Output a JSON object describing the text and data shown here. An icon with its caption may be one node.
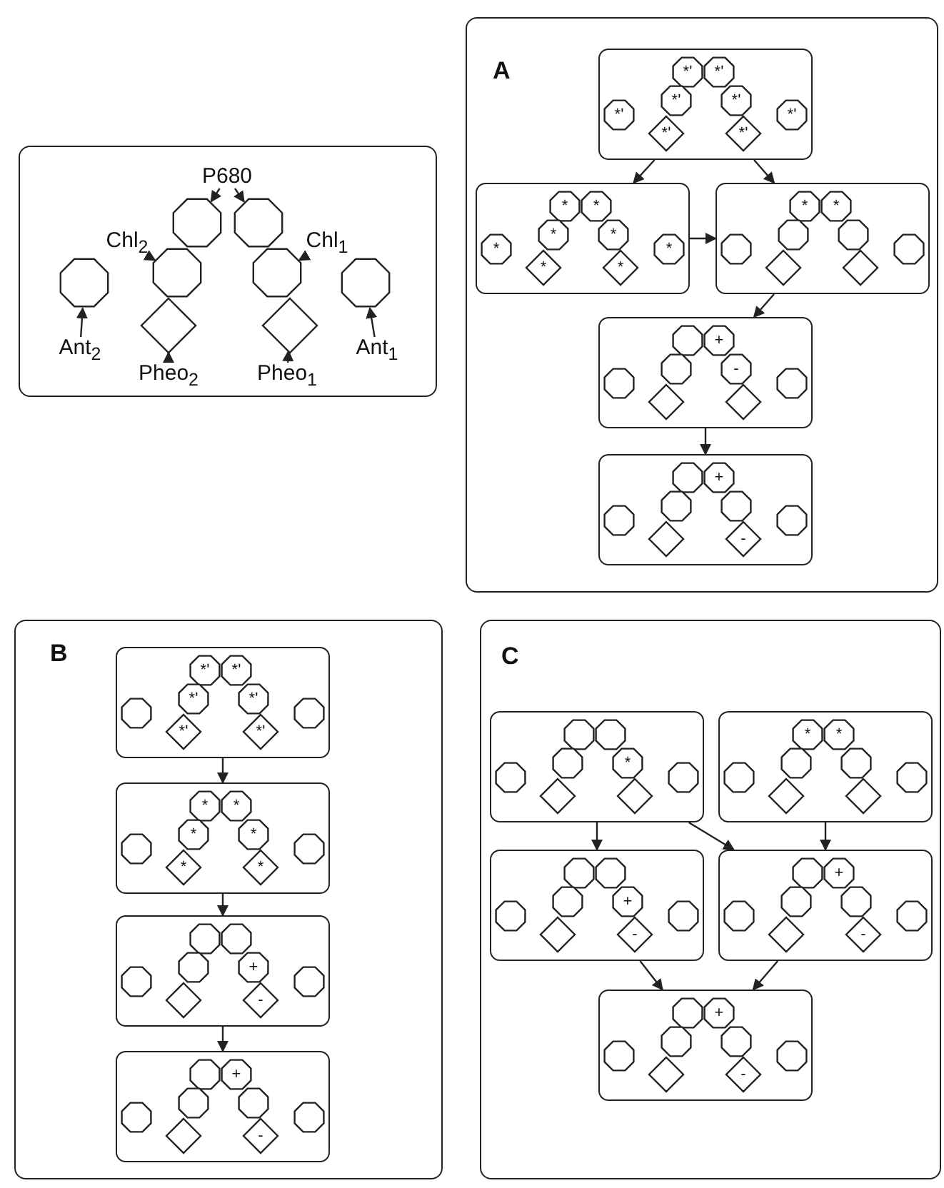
{
  "diagram": {
    "nodes": [
      {
        "text": [],
        "shape": "box"
      },
      {
        "text": [],
        "shape": "octagon",
        "in": 0
      },
      {
        "text": [],
        "shape": "octagon",
        "in": 0
      },
      {
        "text": [],
        "shape": "octagon",
        "in": 0
      },
      {
        "text": [],
        "shape": "octagon",
        "in": 0
      },
      {
        "text": [],
        "shape": "octagon",
        "in": 0
      },
      {
        "text": [],
        "shape": "diamond",
        "in": 0
      },
      {
        "text": [],
        "shape": "diamond",
        "in": 0
      },
      {
        "text": [],
        "shape": "octagon",
        "in": 0
      },
      {
        "text": [
          "P680"
        ],
        "in": 0
      },
      {
        "text": [
          "Chl$_{2}$"
        ],
        "in": 0
      },
      {
        "text": [
          "Chl$_{1}$"
        ],
        "in": 0
      },
      {
        "text": [
          "Ant$_{2}$"
        ],
        "in": 0
      },
      {
        "text": [
          "Pheo$_{2}$"
        ],
        "in": 0
      },
      {
        "text": [
          "Pheo$_{1}$"
        ],
        "in": 0
      },
      {
        "text": [
          "Ant$_{1}$"
        ],
        "in": 0
      },
      {
        "text": [
          "A"
        ]
      },
      {
        "text": [
          "*'",
          "*'",
          "*'",
          "*'",
          "*'",
          "*'",
          "*'",
          "*'"
        ],
        "in": 16
      },
      {
        "text": [
          "*",
          "*",
          "*",
          "*",
          "*",
          "*",
          "*",
          "*"
        ],
        "in": 16
      },
      {
        "text": [
          "*",
          "*"
        ],
        "in": 16
      },
      {
        "text": [
          "+",
          "-"
        ],
        "in": 16
      },
      {
        "text": [
          "+",
          "-"
        ],
        "in": 16
      },
      {
        "text": [
          "B"
        ]
      },
      {
        "text": [
          "*'",
          "*'",
          "*'",
          "*'",
          "*'",
          "*'"
        ],
        "in": 22
      },
      {
        "text": [
          "*",
          "*",
          "*",
          "*",
          "*",
          "*"
        ],
        "in": 22
      },
      {
        "text": [
          "+",
          "-"
        ],
        "in": 22
      },
      {
        "text": [
          "+",
          "-"
        ],
        "in": 22
      },
      {
        "text": [
          "C"
        ]
      },
      {
        "text": [
          "*"
        ],
        "in": 27
      },
      {
        "text": [
          "*",
          "*"
        ],
        "in": 27
      },
      {
        "text": [
          "+",
          "-"
        ],
        "in": 27
      },
      {
        "text": [
          "+",
          "-"
        ],
        "in": 27
      },
      {
        "text": [
          "+",
          "-"
        ],
        "in": 27
      }
    ],
    "edges": [
      {
        "from": 9,
        "to": 1,
        "arrow": "to"
      },
      {
        "from": 9,
        "to": 2,
        "arrow": "to"
      },
      {
        "from": 10,
        "to": 3,
        "arrow": "to"
      },
      {
        "from": 11,
        "to": 4,
        "arrow": "to"
      },
      {
        "from": 12,
        "to": 5,
        "arrow": "to"
      },
      {
        "from": 13,
        "to": 6,
        "arrow": "to"
      },
      {
        "from": 14,
        "to": 7,
        "arrow": "to"
      },
      {
        "from": 15,
        "to": 8,
        "arrow": "to"
      },
      {
        "from": 17,
        "to": 18,
        "arrow": "to"
      },
      {
        "from": 17,
        "to": 19,
        "arrow": "to"
      },
      {
        "from": 18,
        "to": 19,
        "arrow": "to"
      },
      {
        "from": 19,
        "to": 20,
        "arrow": "to"
      },
      {
        "from": 20,
        "to": 21,
        "arrow": "to"
      },
      {
        "from": 23,
        "to": 24,
        "arrow": "to"
      },
      {
        "from": 24,
        "to": 25,
        "arrow": "to"
      },
      {
        "from": 25,
        "to": 26,
        "arrow": "to"
      },
      {
        "from": 28,
        "to": 30,
        "arrow": "to"
      },
      {
        "from": 28,
        "to": 31,
        "arrow": "to"
      },
      {
        "from": 29,
        "to": 31,
        "arrow": "to"
      },
      {
        "from": 30,
        "to": 32,
        "arrow": "to"
      },
      {
        "from": 31,
        "to": 32,
        "arrow": "to"
      }
    ]
  }
}
